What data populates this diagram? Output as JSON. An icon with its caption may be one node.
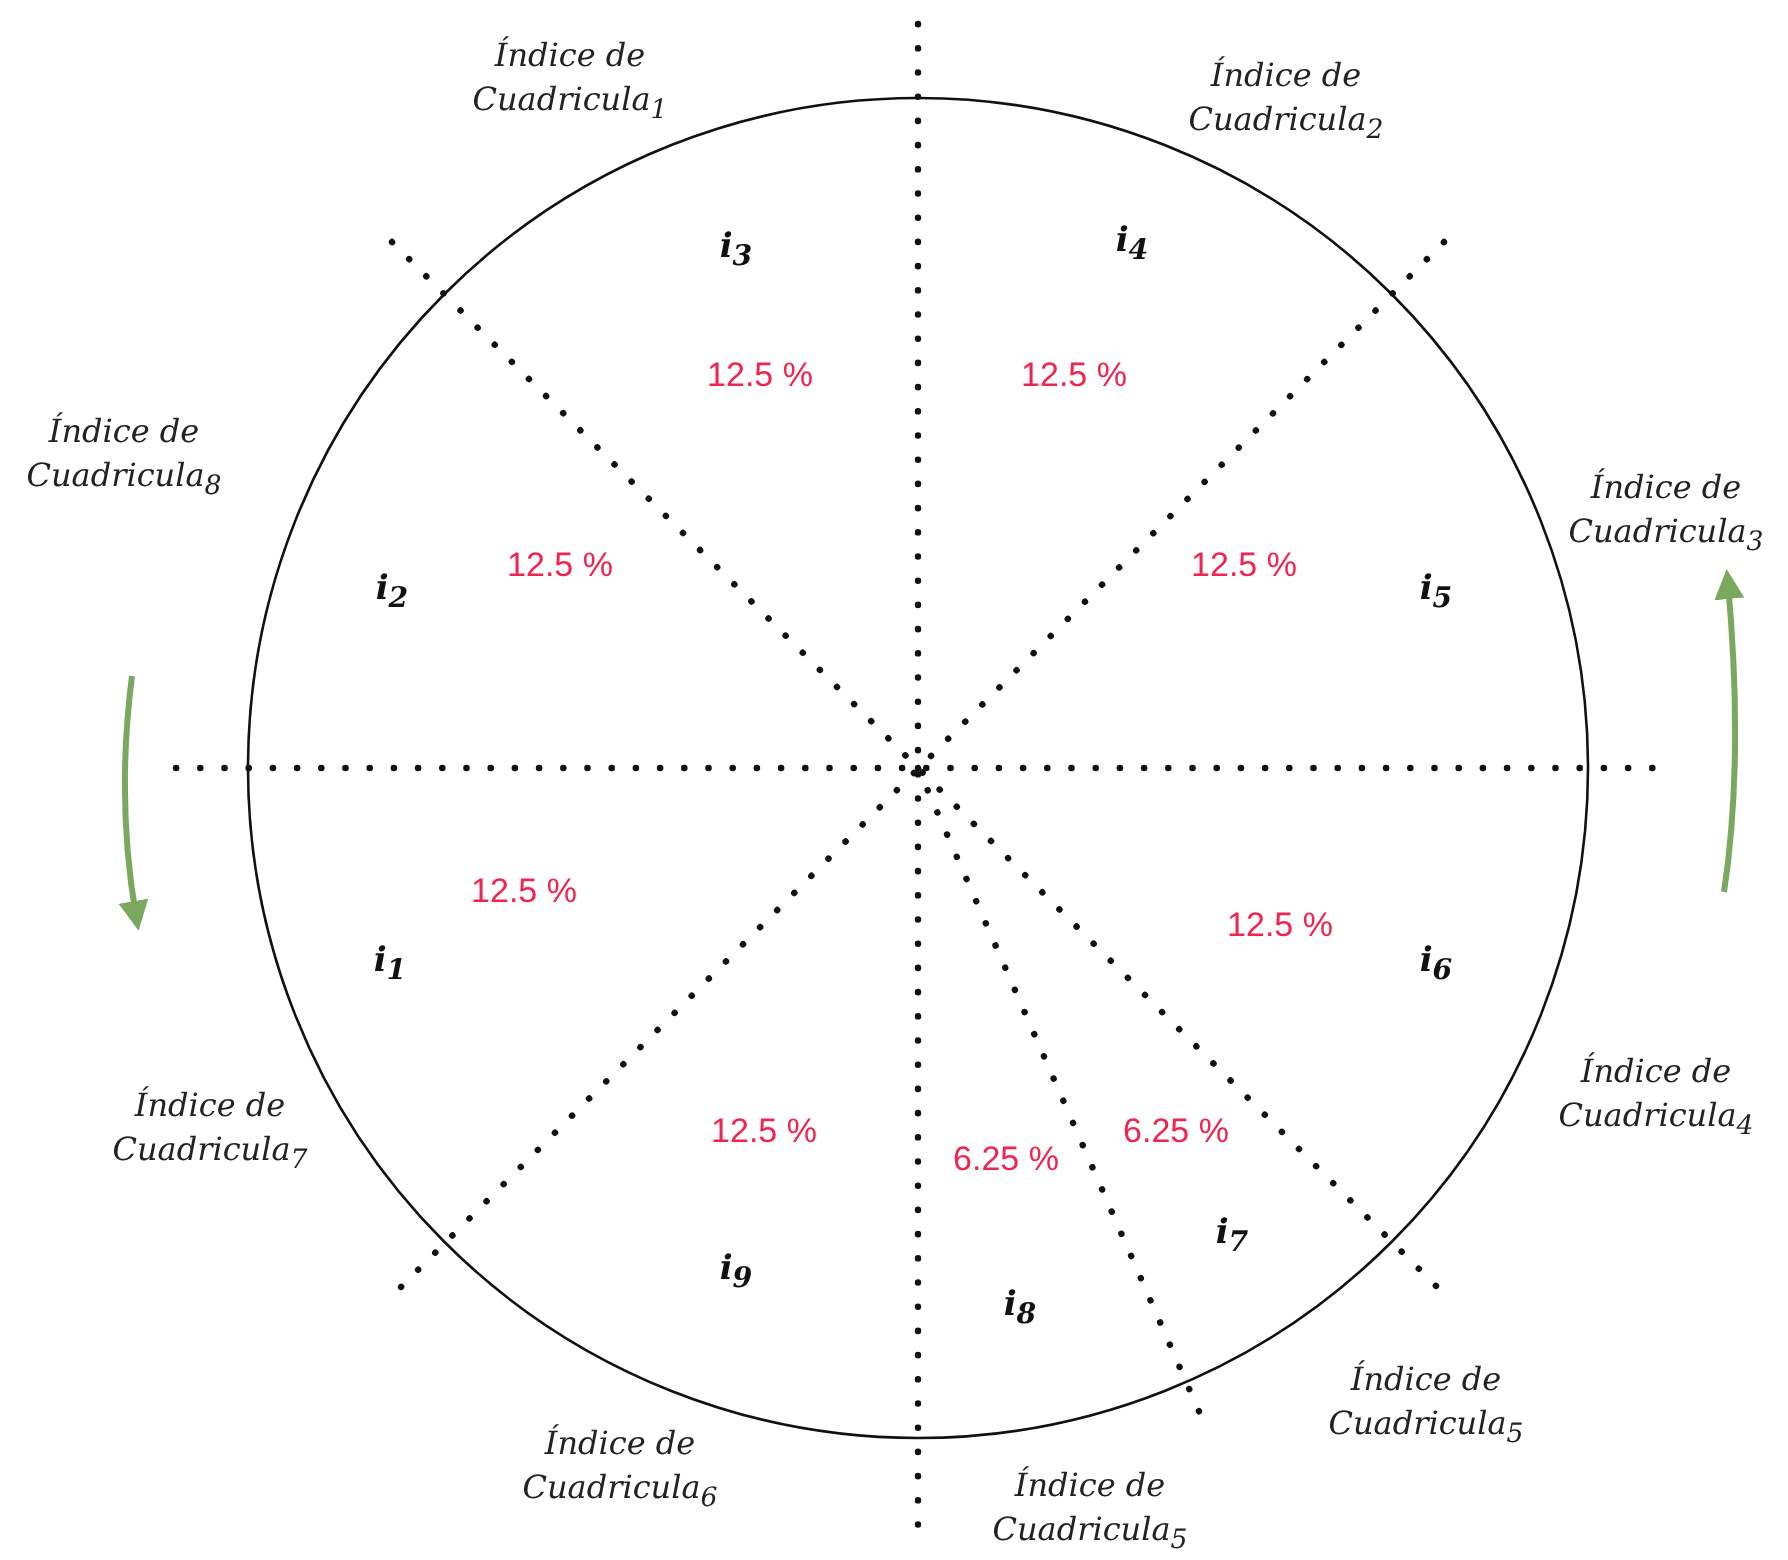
{
  "diagram": {
    "labels": [
      "Índice de Cuadricula$_{1}$",
      "Índice de Cuadricula$_{2}$",
      "i$_{3}$",
      "i$_{4}$",
      "12.5 %",
      "12.5 %",
      "Índice de Cuadricula$_{8}$",
      "Índice de Cuadricula$_{3}$",
      "i$_{2}$",
      "12.5 %",
      "12.5 %",
      "i$_{5}$",
      "12.5 %",
      "12.5 %",
      "i$_{1}$",
      "i$_{6}$",
      "Índice de Cuadricula$_{7}$",
      "Índice de Cuadricula$_{4}$",
      "12.5 %",
      "6.25 %",
      "6.25 %",
      "i$_{7}$",
      "i$_{9}$",
      "i$_{8}$",
      "Índice de Cuadricula$_{5}$",
      "Índice de Cuadricula$_{6}$",
      "Índice de Cuadricula$_{5}$"
    ]
  }
}
